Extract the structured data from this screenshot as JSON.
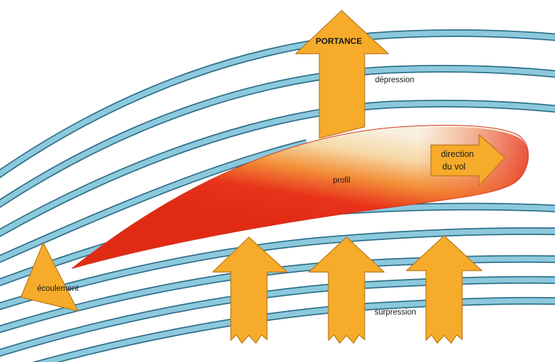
{
  "labels": {
    "lift": "PORTANCE",
    "low_pressure": "dépression",
    "airfoil": "profil",
    "flight_direction_line1": "direction",
    "flight_direction_line2": "du vol",
    "airflow": "écoulement",
    "high_pressure": "surpression"
  },
  "colors": {
    "streamline_fill": "#8cc9dd",
    "streamline_edge": "#2f6f8a",
    "arrow_fill": "#f6ab2a",
    "arrow_edge": "#b9781a",
    "airfoil_red": "#e8321a",
    "airfoil_light": "#f7ecd4"
  }
}
